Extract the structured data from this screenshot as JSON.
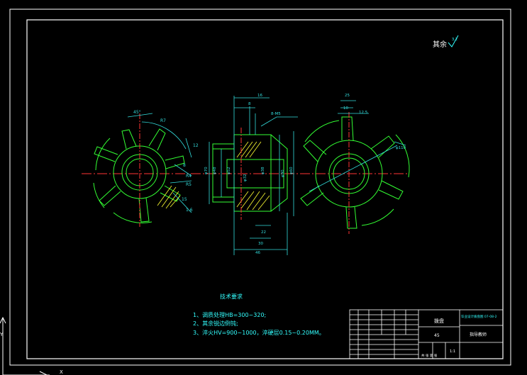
{
  "colors": {
    "background": "#000000",
    "frame": "#ffffff",
    "part": "#33ff33",
    "dims": "#33dddd",
    "center": "#ff3333",
    "hatch": "#ffff33",
    "note": "#33ffff",
    "title": "#ffffff"
  },
  "roughness": {
    "label": "其余",
    "value": "3.2"
  },
  "notes": {
    "title": "技术要求",
    "items": [
      "1、调质处理HB=300~320;",
      "2、其余锐边倒钝;",
      "3、淬火HV=900~1000，淬硬层0.15~0.20MM。"
    ]
  },
  "title_block": {
    "part_name": "拨盘",
    "material": "45",
    "drawing_no": "毕业设计拨盘图 07-08-2",
    "school": "指导教师",
    "scale": "1:1",
    "sheet": "共 张 第 张"
  },
  "dimensions": {
    "left_top": "45°",
    "left_r": "R7",
    "left_mid": "12",
    "left_small": "8",
    "left_r2": "R4",
    "left_r3": "R5",
    "left_a": "15",
    "left_b": "1.6",
    "center_top1": "8",
    "center_top2": "16",
    "center_thread": "8-M5",
    "center_dia1": "φ70",
    "center_dia2": "φ48",
    "center_dia3": "φ52",
    "center_dia4": "φ32",
    "center_dia5": "φ38",
    "center_dia6": "φ90",
    "center_dia7": "φ60",
    "center_b1": "22",
    "center_b2": "30",
    "center_b3": "46",
    "right_top1": "25",
    "right_top2": "10",
    "right_top3": "12.5",
    "right_dia": "φ110"
  },
  "axis_marks": {
    "y": "Y",
    "x": "X"
  }
}
